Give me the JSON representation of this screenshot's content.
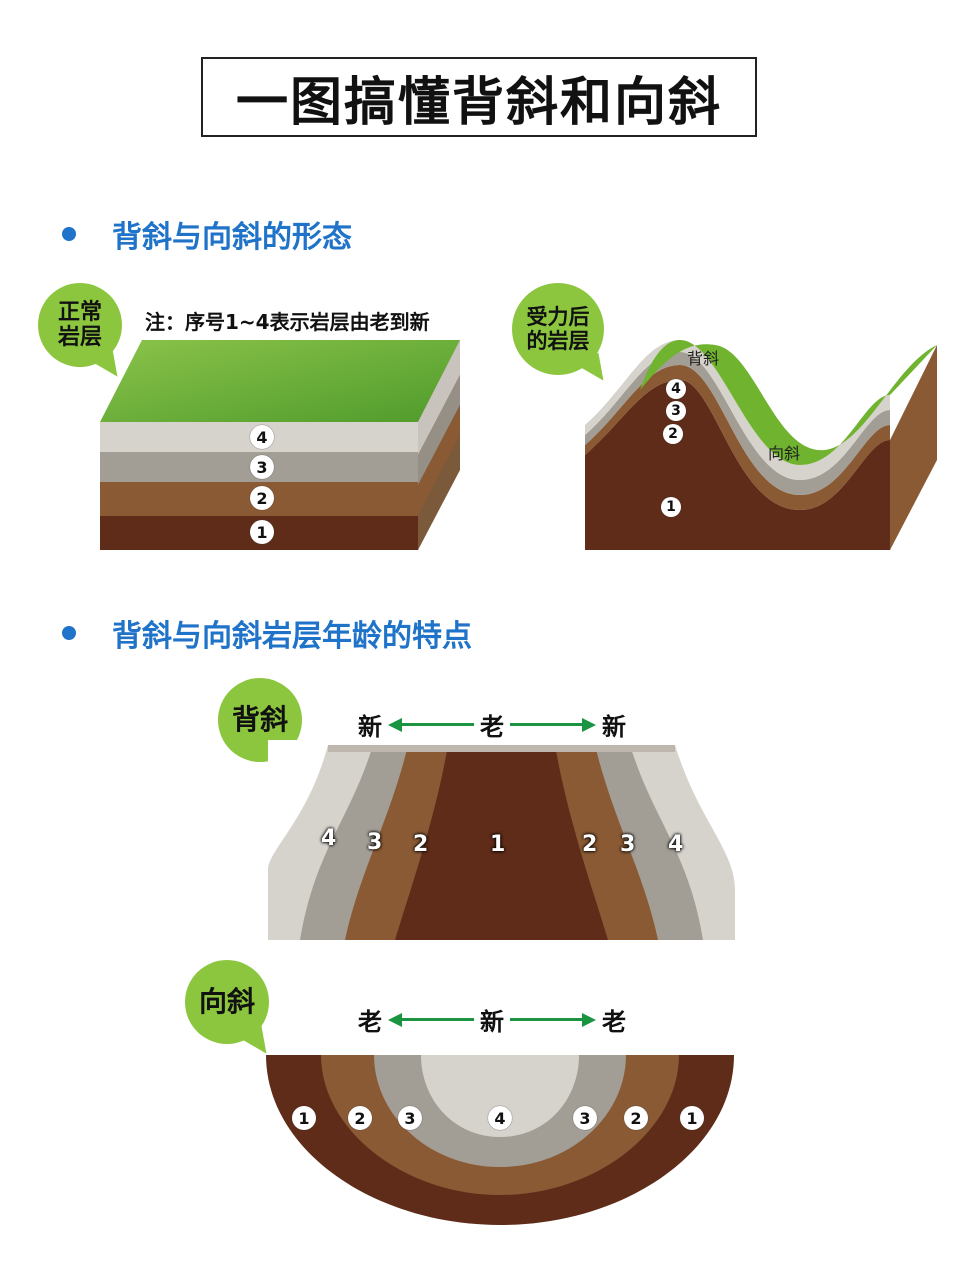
{
  "title": "一图搞懂背斜和向斜",
  "section1": {
    "heading": "背斜与向斜的形态"
  },
  "section2": {
    "heading": "背斜与向斜岩层年龄的特点"
  },
  "normal": {
    "bubble": "正常岩层",
    "note": "注：序号1~4表示岩层由老到新",
    "layers": [
      "4",
      "3",
      "2",
      "1"
    ]
  },
  "folded": {
    "bubble": "受力后的岩层",
    "anticline_label": "背斜",
    "syncline_label": "向斜",
    "layers": [
      "4",
      "3",
      "2",
      "1"
    ]
  },
  "anticline": {
    "bubble": "背斜",
    "left": "新",
    "center": "老",
    "right": "新",
    "numbers": [
      "4",
      "3",
      "2",
      "1",
      "2",
      "3",
      "4"
    ]
  },
  "syncline": {
    "bubble": "向斜",
    "left": "老",
    "center": "新",
    "right": "老",
    "numbers": [
      "1",
      "2",
      "3",
      "4",
      "3",
      "2",
      "1"
    ]
  },
  "colors": {
    "section_blue": "#1f73c8",
    "bubble_green": "#8cc63f",
    "arrow_green": "#1a9440",
    "grass": "#6fb32e",
    "layer4": "#d6d2cc",
    "layer3": "#a39e95",
    "layer2": "#8a5a34",
    "layer1": "#5e2c18"
  }
}
